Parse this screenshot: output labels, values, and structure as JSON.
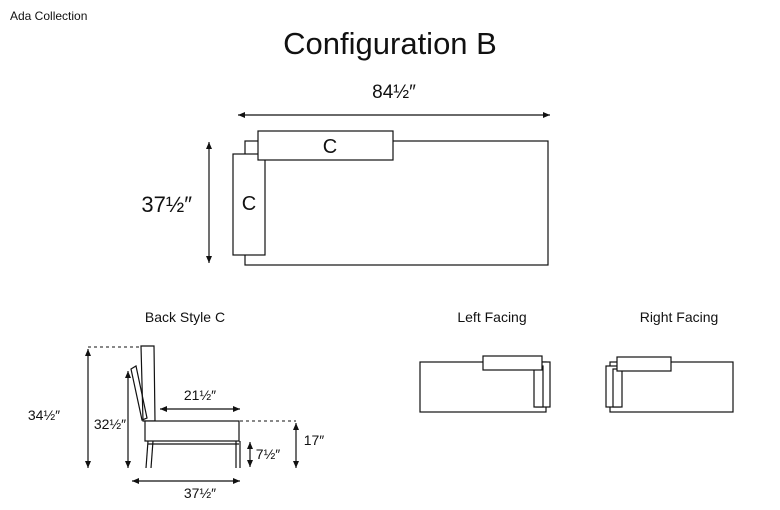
{
  "header": {
    "brand": "Ada Collection",
    "title": "Configuration B"
  },
  "plan": {
    "width_label": "84½″",
    "depth_label": "37½″",
    "back_label_top": "C",
    "back_label_side": "C"
  },
  "side_view": {
    "caption": "Back Style C",
    "total_height": "34½″",
    "back_height": "32½″",
    "seat_depth": "21½″",
    "seat_height": "17″",
    "leg_height": "7½″",
    "overall_depth": "37½″"
  },
  "facing": {
    "left_caption": "Left Facing",
    "right_caption": "Right Facing"
  }
}
